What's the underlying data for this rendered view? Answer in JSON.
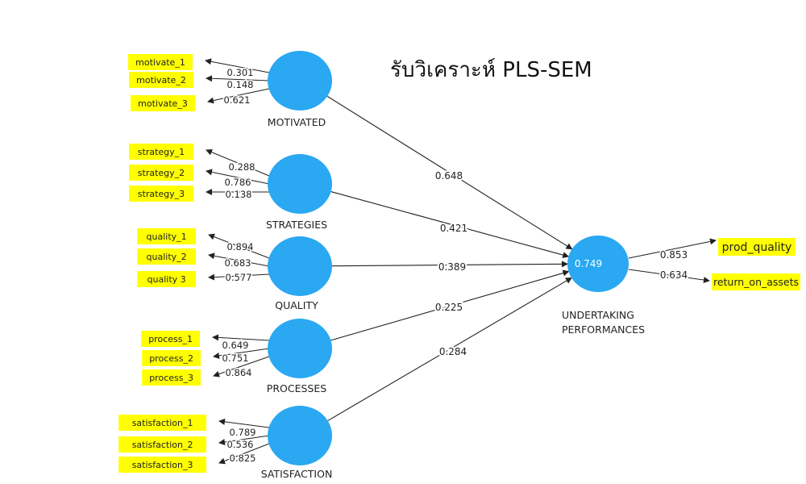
{
  "title": "รับวิเคราะห์ PLS-SEM",
  "colors": {
    "construct_fill": "#2aa8f2",
    "indicator_fill": "#ffff00",
    "line": "#222222",
    "text": "#222222"
  },
  "constructs": [
    {
      "id": "motivated",
      "name": "MOTIVATED",
      "indicators": [
        {
          "name": "motivate_1",
          "loading": "0.301"
        },
        {
          "name": "motivate_2",
          "loading": "0.148"
        },
        {
          "name": "motivate_3",
          "loading": "0.621"
        }
      ],
      "path_coefficient": "0.648"
    },
    {
      "id": "strategies",
      "name": "STRATEGIES",
      "indicators": [
        {
          "name": "strategy_1",
          "loading": "0.288"
        },
        {
          "name": "strategy_2",
          "loading": "0.786"
        },
        {
          "name": "strategy_3",
          "loading": "0.138"
        }
      ],
      "path_coefficient": "0.421"
    },
    {
      "id": "quality",
      "name": "QUALITY",
      "indicators": [
        {
          "name": "quality_1",
          "loading": "0.894"
        },
        {
          "name": "quality_2",
          "loading": "0.683"
        },
        {
          "name": "quality 3",
          "loading": "0.577"
        }
      ],
      "path_coefficient": "0.389"
    },
    {
      "id": "processes",
      "name": "PROCESSES",
      "indicators": [
        {
          "name": "process_1",
          "loading": "0.649"
        },
        {
          "name": "process_2",
          "loading": "0.751"
        },
        {
          "name": "process_3",
          "loading": "0.864"
        }
      ],
      "path_coefficient": "0.225"
    },
    {
      "id": "satisfaction",
      "name": "SATISFACTION",
      "indicators": [
        {
          "name": "satisfaction_1",
          "loading": "0.789"
        },
        {
          "name": "satisfaction_2",
          "loading": "0.536"
        },
        {
          "name": "satisfaction_3",
          "loading": "0.825"
        }
      ],
      "path_coefficient": "0.284"
    }
  ],
  "target": {
    "name_line1": "UNDERTAKING",
    "name_line2": "PERFORMANCES",
    "r_squared": "0.749",
    "indicators": [
      {
        "name": "prod_quality",
        "loading": "0.853"
      },
      {
        "name": "return_on_assets",
        "loading": "0.634"
      }
    ]
  }
}
